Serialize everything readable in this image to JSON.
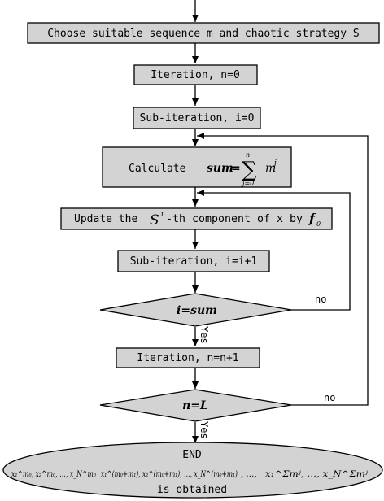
{
  "nodes": {
    "choose": "Choose suitable sequence m and chaotic strategy S",
    "iteration_init": "Iteration, n=0",
    "subiteration_init": "Sub-iteration, i=0",
    "calculate": {
      "label": "Calculate",
      "lhs": "sum",
      "eq": "=",
      "sigma": "∑",
      "upper": "n",
      "lower": "j=0",
      "term": "m",
      "term_sup": "j"
    },
    "update": {
      "pre": "Update the",
      "sym": "S",
      "sup": "i",
      "mid": "-th component of x by",
      "f": "f",
      "f_sub": "0"
    },
    "subiteration_inc": "Sub-iteration, i=i+1",
    "decision_i": "i=sum",
    "iteration_inc": "Iteration, n=n+1",
    "decision_n": "n=L",
    "end": {
      "title": "END",
      "seq1": "x₁^m₀, x₂^m₀, …, x_N^m₀",
      "seq2": "x₁^(m₀+m₁), x₂^(m₀+m₁), …, x_N^(m₀+m₁)",
      "sep": ", …,",
      "seq3": "x₁^Σmʲ, …, x_N^Σmʲ",
      "obtained": "is obtained"
    }
  },
  "edge_labels": {
    "yes1": "Yes",
    "no1": "no",
    "yes2": "Yes",
    "no2": "no"
  }
}
